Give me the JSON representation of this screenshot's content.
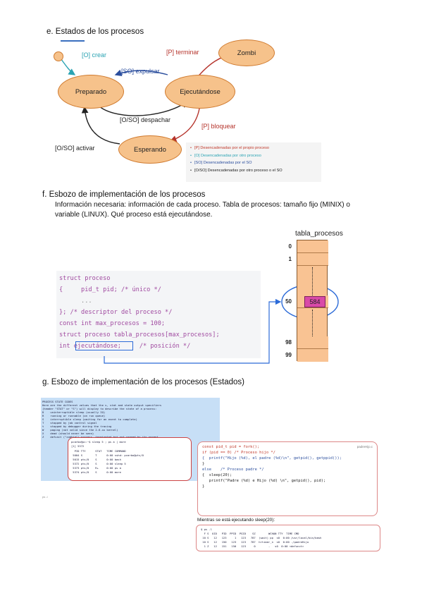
{
  "section_e": {
    "heading": "e.  Estados de los procesos",
    "states": {
      "zombi": "Zombi",
      "preparado": "Preparado",
      "ejecutandose": "Ejecutándose",
      "esperando": "Esperando"
    },
    "transitions": {
      "crear": "[O] crear",
      "terminar": "[P] terminar",
      "expulsar": "[SO] expulsar",
      "despachar": "[O/SO] despachar",
      "bloquear": "[P] bloquear",
      "activar": "[O/SO] activar"
    },
    "legend": [
      {
        "text": "[P] Desencadenadas por el propio proceso",
        "color": "#c0392b"
      },
      {
        "text": "[O] Desencadenadas por otro proceso",
        "color": "#2aa3b3"
      },
      {
        "text": "[SO] Desencadenadas por el SO",
        "color": "#2c4f9e"
      },
      {
        "text": "[O/SO] Desencadenadas por otro proceso o el SO",
        "color": "#222222"
      }
    ],
    "colors": {
      "state_fill": "#f6c28b",
      "state_border": "#d07a2e",
      "red": "#b5332b",
      "teal": "#2aa3b3",
      "blue": "#2c4f9e"
    }
  },
  "section_f": {
    "heading": "f.  Esbozo de implementación de los procesos",
    "paragraph": "Información necesaria: información de cada proceso. Tabla de procesos: tamaño fijo (MINIX) o variable (LINUX). Qué proceso está ejecutándose.",
    "code": [
      "struct proceso",
      "{     pid_t pid; /* único */",
      "      ...",
      "}; /* descriptor del proceso */",
      "const int max_procesos = 100;",
      "struct proceso tabla_procesos[max_procesos];",
      "int ejecutándose;     /* posición */"
    ],
    "table": {
      "title": "tabla_procesos",
      "indices": [
        "0",
        "1",
        "50",
        "98",
        "99"
      ],
      "highlight_value": "584"
    }
  },
  "section_g": {
    "heading": "g.  Esbozo de implementación de los procesos (Estados)",
    "terminal_lines": [
      "PROCESS STATE CODES",
      "Here are the different values that the s, stat and state output specifiers",
      "(header \"STAT\" or \"S\") will display to describe the state of a process:",
      "D    uninterruptible sleep (usually IO)",
      "R    running or runnable (on run queue)",
      "S    interruptible sleep (waiting for an event to complete)",
      "T    stopped by job control signal",
      "t    stopped by debugger during the tracing",
      "W    paging (not valid since the 2.6.xx kernel)",
      "X    dead (should never be seen)",
      "Z    defunct (\"zombie\") process, terminated but not reaped by its parent"
    ],
    "ps_lines": [
      "pcarbo@pc:~$ sleep 5 ; ps a | more",
      "[1] 5372",
      "  PID TTY      STAT   TIME COMMAND",
      " 5004 S        T      0:00 sshd: pcarbo@pts/0",
      " 5015 pts/0    S      0:00 bash",
      " 5372 pts/0    S      0:00 sleep 5",
      " 5373 pts/0    R+     0:00 ps a",
      " 5374 pts/0    S      0:00 more"
    ],
    "fork_code": [
      "const pid_t pid = fork();",
      "if (pid == 0) /* Proceso hijo */",
      "{  printf(\"Hijo (%d), el padre (%d)\\n\", getpid(), getppid());",
      "}",
      "else    /* Proceso padre */",
      "{  sleep(20);",
      "   printf(\"Padre (%d) e Hijo (%d) \\n\", getpid(), pid);",
      "}"
    ],
    "fork_tag": "padreHijo.c",
    "caption": "Mientras se está ejecutando sleep(20):",
    "ps2_lines": [
      "$ ps -l",
      "  F S  UID   PID  PPID  PGID    SZ        WCHAN TTY  TIME CMD",
      " 10 S   12   123     1   123   787  (wait) pp  s0  0:00 /usr/local/bin/bash",
      " 10 S   12   150   123   123   787  hrtimer_n  s0  0:00 ./padreHijo",
      "  1 Z   12   151   150   123     0        -   s0  0:00 <defunct>"
    ],
    "terminal_footer": "ps -l"
  }
}
